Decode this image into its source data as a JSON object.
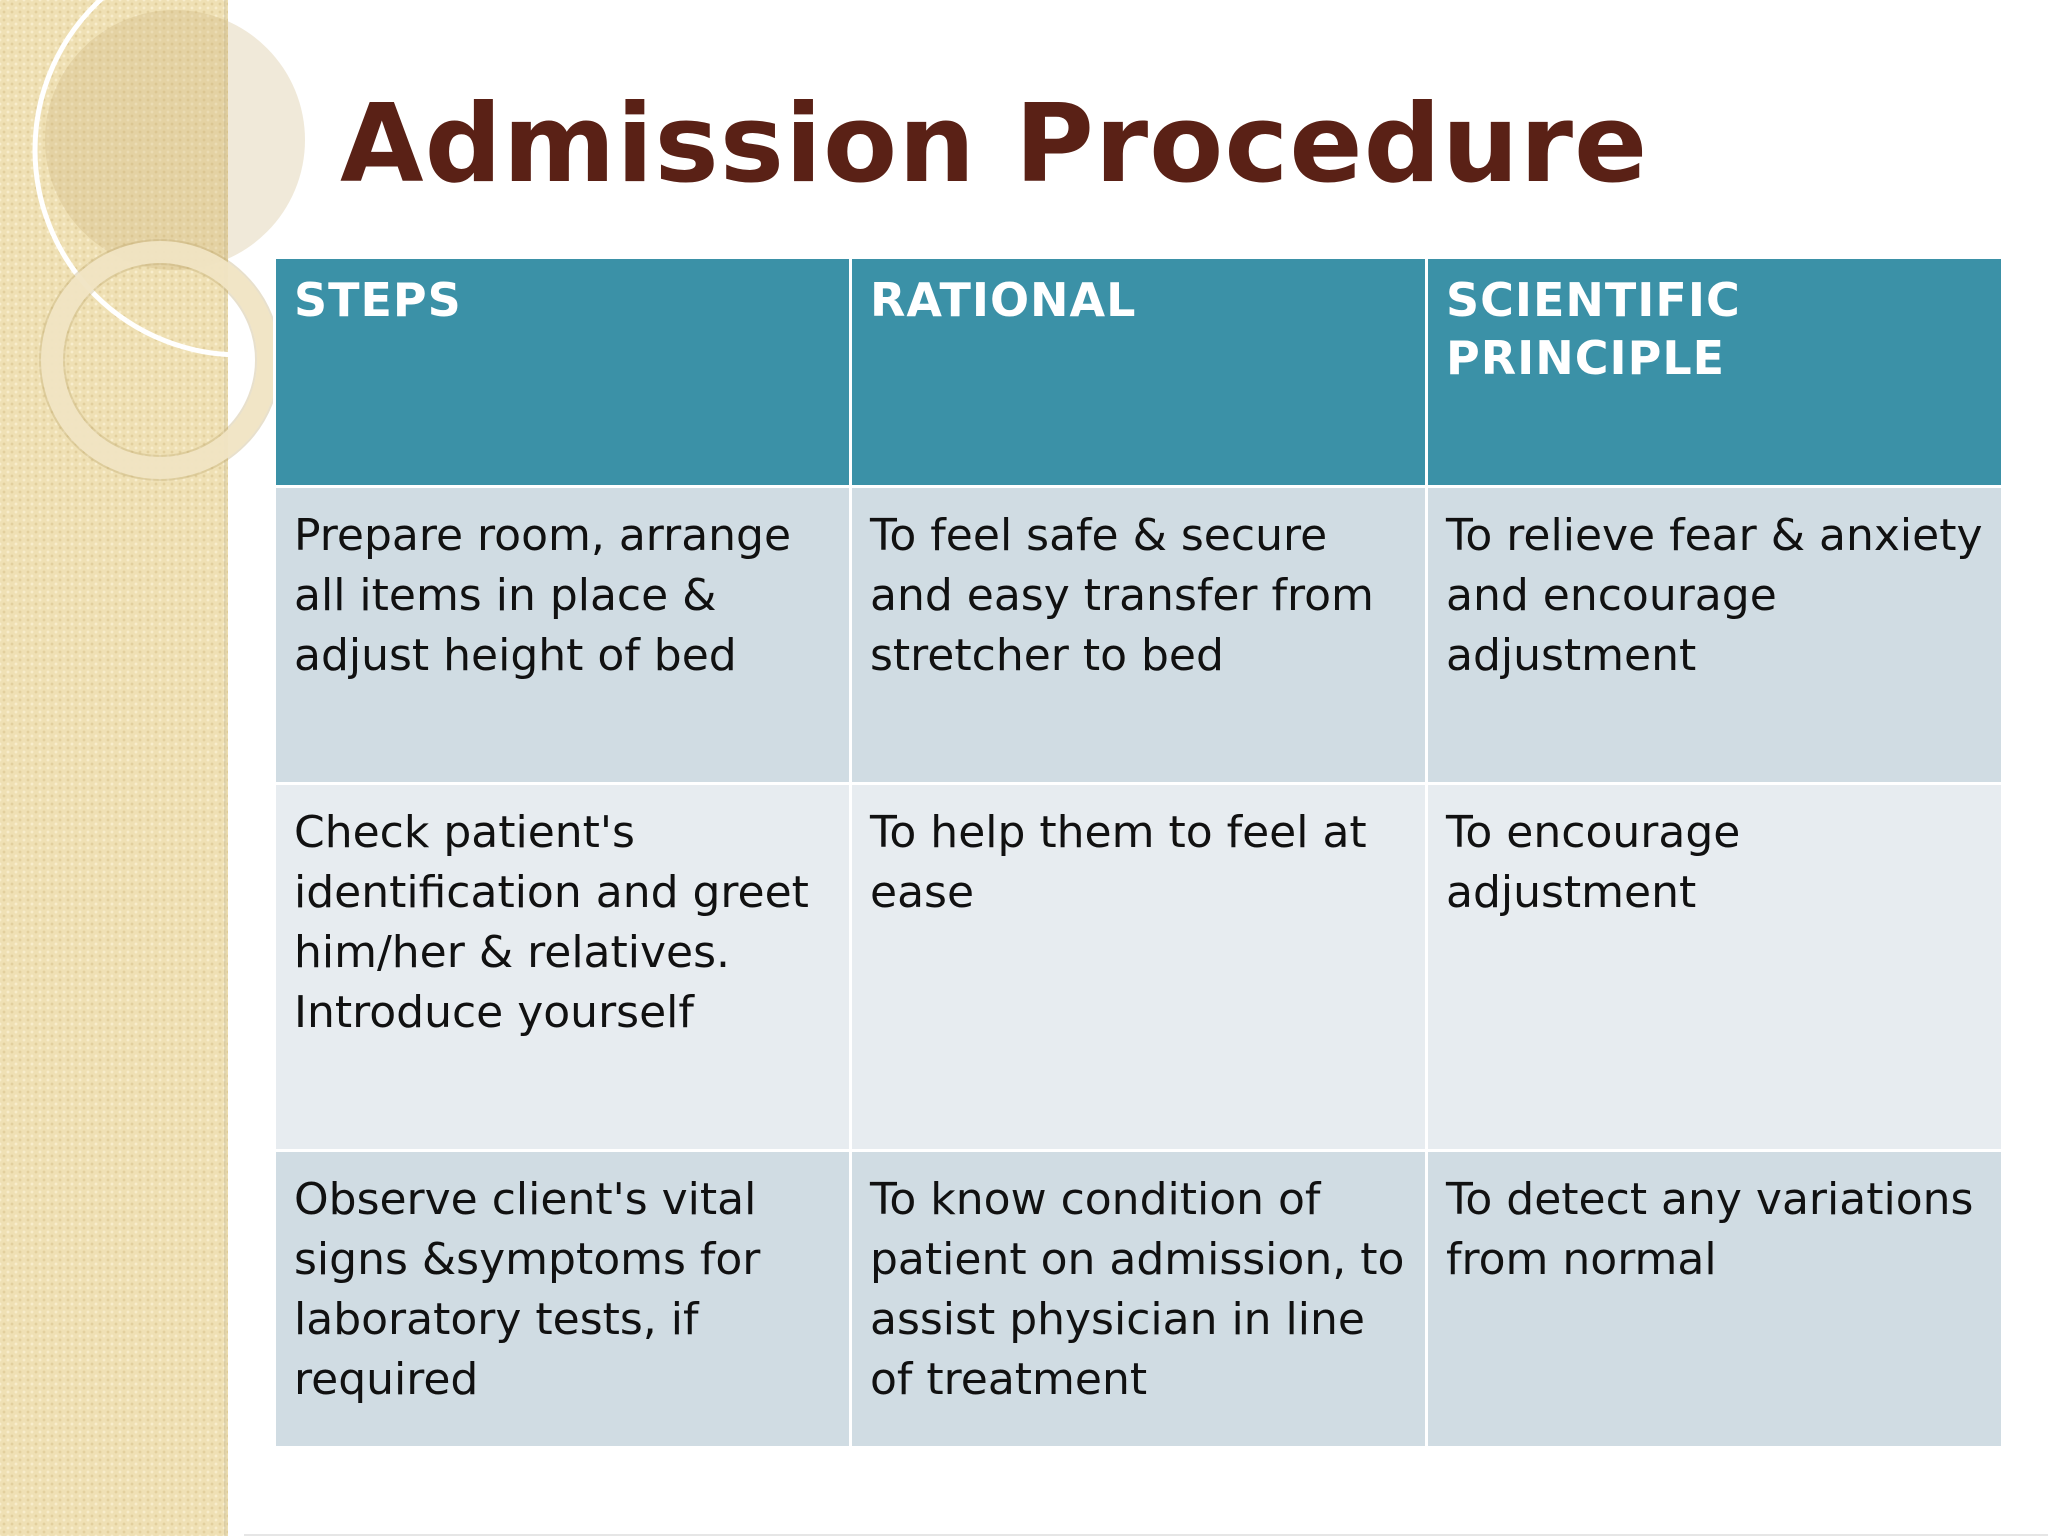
{
  "title": "Admission Procedure",
  "table": {
    "headers": [
      "STEPS",
      "RATIONAL",
      "SCIENTIFIC PRINCIPLE"
    ],
    "rows": [
      [
        "Prepare room, arrange all items in place & adjust height of bed",
        "To feel safe & secure and easy transfer from stretcher to bed",
        "To relieve fear & anxiety and encourage adjustment"
      ],
      [
        "Check patient's identification and greet him/her & relatives. Introduce yourself",
        "To help them to feel at ease",
        "To encourage adjustment"
      ],
      [
        "Observe client's vital signs &symptoms for laboratory tests, if required",
        "To know condition of patient on admission, to assist physician in line of treatment",
        "To detect any variations from normal"
      ]
    ]
  },
  "colors": {
    "title": "#5a2116",
    "header_bg": "#3b91a7",
    "row_dark": "#d0dce3",
    "row_light": "#e7ecf0",
    "band": "#efe0b4"
  }
}
